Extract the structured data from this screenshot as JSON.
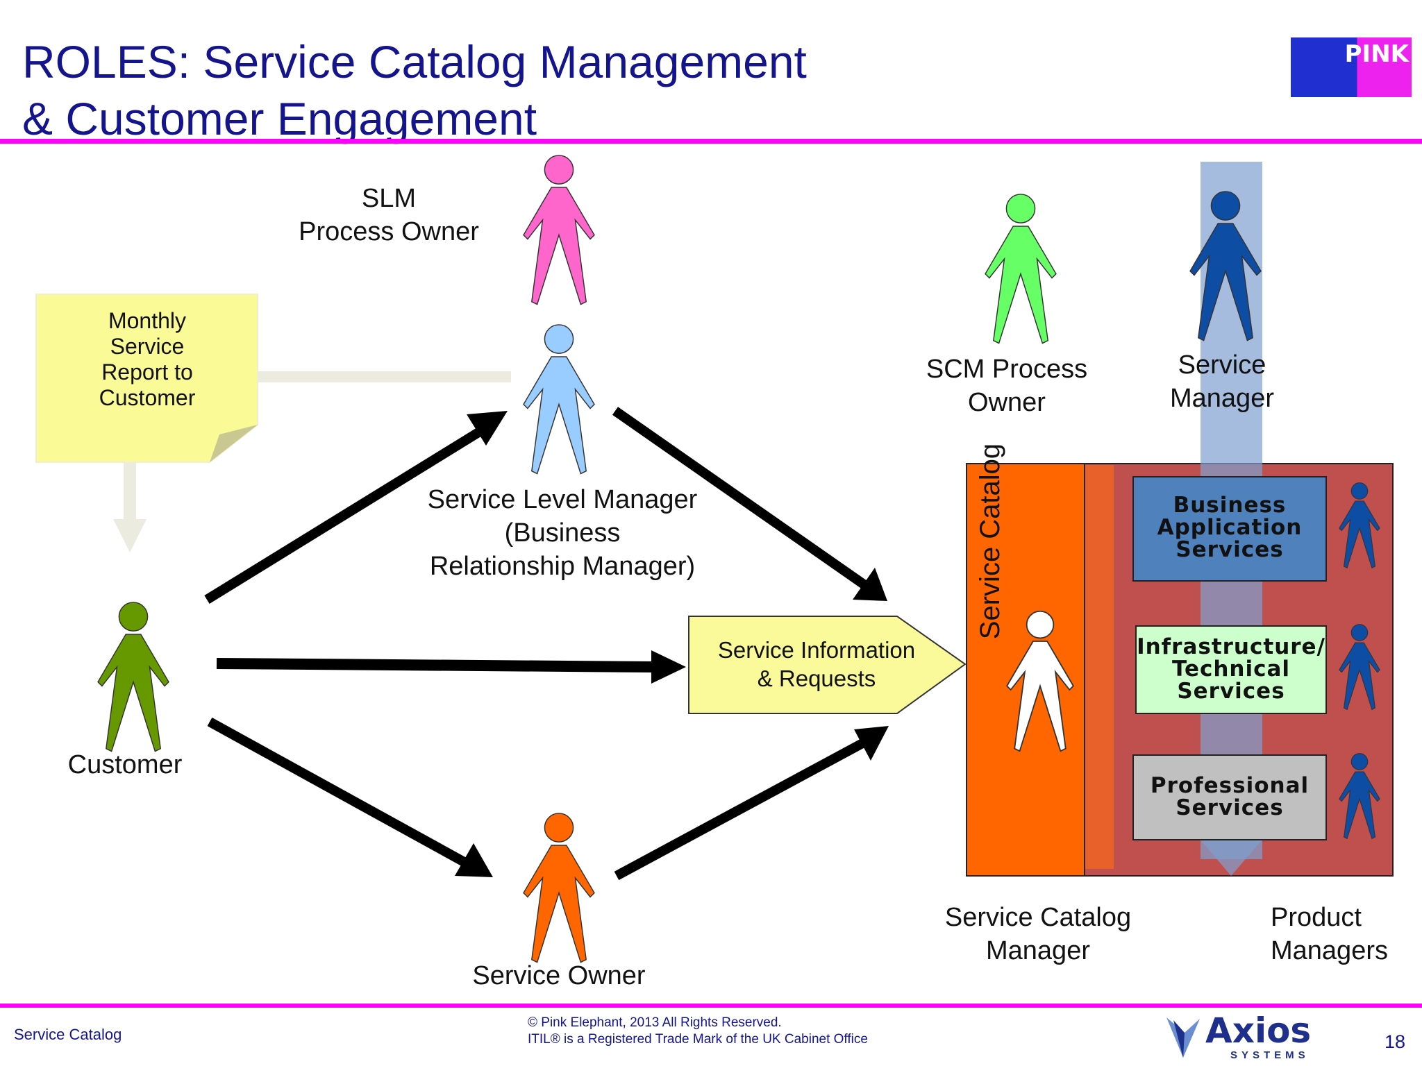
{
  "slide": {
    "title_lines": [
      "ROLES: Service Catalog Management",
      "& Customer Engagement"
    ],
    "accent_color": "#ff00ff",
    "title_color": "#14148c"
  },
  "roles": {
    "slm_owner": [
      "SLM",
      "Process Owner"
    ],
    "service_level_manager": [
      "Service Level Manager",
      "(Business",
      "Relationship Manager)"
    ],
    "customer": "Customer",
    "service_owner": "Service Owner",
    "scm_owner": [
      "SCM Process",
      "Owner"
    ],
    "service_manager": [
      "Service",
      "Manager"
    ],
    "catalog_manager": [
      "Service Catalog",
      "Manager"
    ],
    "product_managers": [
      "Product",
      "Managers"
    ]
  },
  "note": {
    "lines": [
      "Monthly",
      "Service",
      "Report to",
      "Customer"
    ],
    "color": "#fafa96"
  },
  "service_info": {
    "lines": [
      "Service Information",
      "& Requests"
    ],
    "color": "#fafa9a"
  },
  "catalog": {
    "label": "Service Catalog",
    "outer_color": "#ff6600",
    "inner_color": "#c0504d",
    "boxes": [
      {
        "lines": [
          "Business",
          "Application",
          "Services"
        ],
        "color": "#4f81bd"
      },
      {
        "lines": [
          "Infrastructure/",
          "Technical",
          "Services"
        ],
        "color": "#ccffcc"
      },
      {
        "lines": [
          "Professional",
          "Services"
        ],
        "color": "#c0c0c0"
      }
    ]
  },
  "figure_colors": {
    "slm_owner": "#ff66cc",
    "service_level_manager": "#99ccff",
    "customer": "#669900",
    "service_owner": "#ff6600",
    "scm_owner": "#66ff66",
    "service_manager": "#0e4da4",
    "catalog_manager": "#ffffff",
    "product_manager": "#0e4da4"
  },
  "footer": {
    "left": "Service Catalog",
    "center_lines": [
      "© Pink Elephant, 2013 All Rights Reserved.",
      "ITIL® is a Registered Trade Mark of the UK Cabinet Office"
    ],
    "page_number": "18",
    "pink_logo_text": "PINK",
    "axios_logo_text": "Axios",
    "axios_logo_sub": "SYSTEMS"
  }
}
